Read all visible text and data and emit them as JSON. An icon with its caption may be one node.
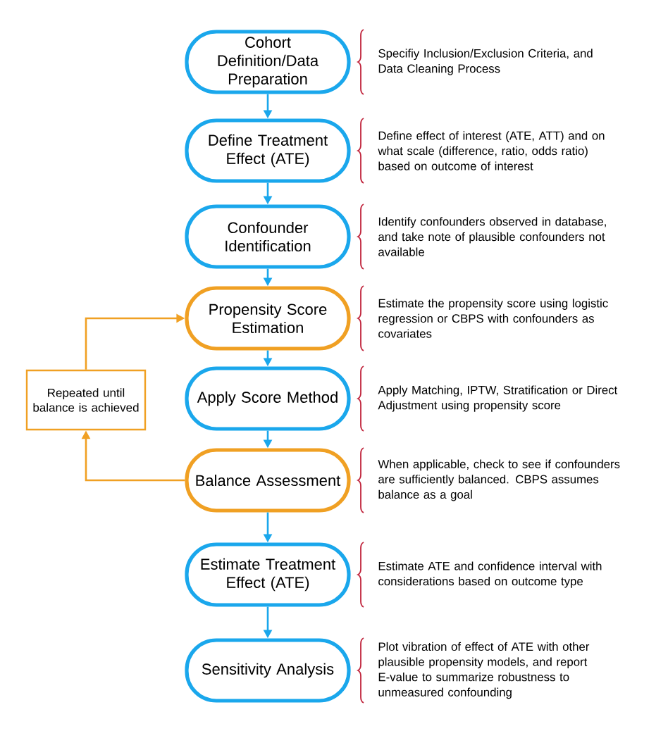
{
  "diagram": {
    "nodes": [
      {
        "text": [
          "Cohort Definition/Data Preparation"
        ],
        "beside": [
          "Specifiy Inclusion/Exclusion Criteria, and Data Cleaning Process"
        ]
      },
      {
        "text": [
          "Define Treatment Effect (ATE)"
        ],
        "beside": [
          "Define effect of interest (ATE, ATT) and on what scale (difference, ratio, odds ratio) based on outcome of interest"
        ]
      },
      {
        "text": [
          "Confounder Identification"
        ],
        "beside": [
          "Identify confounders observed in database, and take note of plausible confounders not available"
        ]
      },
      {
        "text": [
          "Propensity Score Estimation"
        ],
        "beside": [
          "Estimate the propensity score using logistic regression or CBPS with confounders as covariates"
        ]
      },
      {
        "text": [
          "Apply Score Method"
        ],
        "beside": [
          "Apply Matching, IPTW, Stratification or Direct Adjustment using propensity score"
        ]
      },
      {
        "text": [
          "Balance Assessment"
        ],
        "beside": [
          "When applicable, check to see if confounders are sufficiently balanced. CBPS assumes balance as a goal"
        ]
      },
      {
        "text": [
          "Estimate Treatment Effect (ATE)"
        ],
        "beside": [
          "Estimate ATE and confidence interval with considerations based on outcome type"
        ]
      },
      {
        "text": [
          "Sensitivity Analysis"
        ],
        "beside": [
          "Plot vibration of effect of ATE with other plausible propensity models, and report E-value to summarize robustness to unmeasured confounding"
        ]
      },
      {
        "text": [
          "Repeated until balance is achieved"
        ]
      }
    ],
    "edges": [
      {
        "from": 0,
        "to": 1,
        "arrow": "to"
      },
      {
        "from": 1,
        "to": 2,
        "arrow": "to"
      },
      {
        "from": 2,
        "to": 3,
        "arrow": "to"
      },
      {
        "from": 3,
        "to": 4,
        "arrow": "to"
      },
      {
        "from": 4,
        "to": 5,
        "arrow": "to"
      },
      {
        "from": 5,
        "to": 6,
        "arrow": "to"
      },
      {
        "from": 6,
        "to": 7,
        "arrow": "to"
      },
      {
        "from": 5,
        "to": 8,
        "arrow": "to",
        "color": "#f0a023"
      },
      {
        "from": 8,
        "to": 3,
        "arrow": "to",
        "color": "#f0a023"
      }
    ]
  }
}
